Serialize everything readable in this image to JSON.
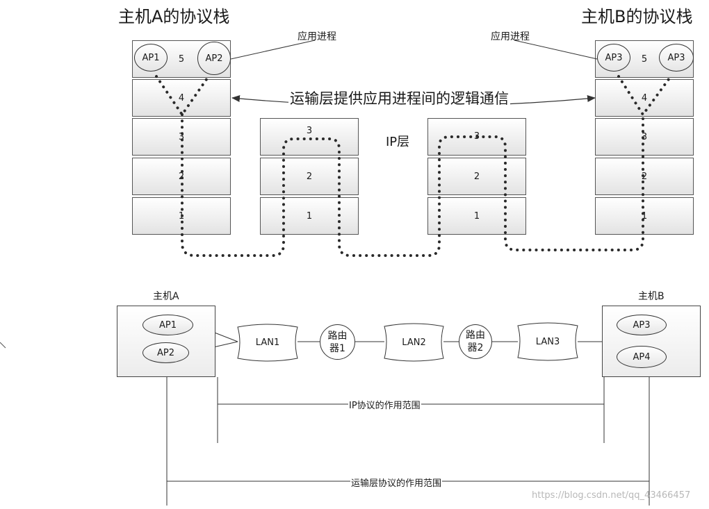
{
  "titles": {
    "hostA_stack": "主机A的协议栈",
    "hostB_stack": "主机B的协议栈"
  },
  "labels": {
    "app_process_left": "应用进程",
    "app_process_right": "应用进程",
    "transport_caption": "运输层提供应用进程间的逻辑通信",
    "ip_layer": "IP层"
  },
  "hostA_stack": {
    "ap_left": "AP1",
    "ap_right": "AP2",
    "layers": [
      "5",
      "4",
      "3",
      "2",
      "1"
    ]
  },
  "hostB_stack": {
    "ap_left": "AP3",
    "ap_right": "AP3",
    "layers": [
      "5",
      "4",
      "3",
      "2",
      "1"
    ]
  },
  "router1_stack": {
    "layers": [
      "3",
      "2",
      "1"
    ]
  },
  "router2_stack": {
    "layers": [
      "3",
      "2",
      "1"
    ]
  },
  "network": {
    "hostA_label": "主机A",
    "hostB_label": "主机B",
    "hostA_aps": [
      "AP1",
      "AP2"
    ],
    "hostB_aps": [
      "AP3",
      "AP4"
    ],
    "lan1": "LAN1",
    "lan2": "LAN2",
    "lan3": "LAN3",
    "router1": "路由\n器1",
    "router2": "路由\n器2",
    "ip_scope": "IP协议的作用范围",
    "transport_scope": "运输层协议的作用范围"
  },
  "watermark": "https://blog.csdn.net/qq_43466457"
}
